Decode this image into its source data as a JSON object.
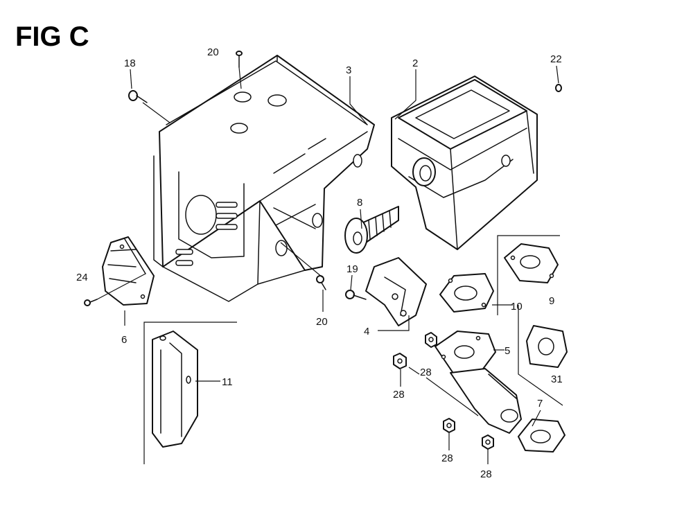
{
  "figure": {
    "title": "FIG C"
  },
  "callouts": {
    "c18": "18",
    "c20_top": "20",
    "c3": "3",
    "c2": "2",
    "c22": "22",
    "c8": "8",
    "c24": "24",
    "c6": "6",
    "c19": "19",
    "c20_bottom": "20",
    "c9": "9",
    "c10": "10",
    "c4": "4",
    "c5": "5",
    "c31": "31",
    "c11": "11",
    "c28_a": "28",
    "c28_b": "28",
    "c7": "7",
    "c28_c": "28",
    "c28_d": "28"
  }
}
